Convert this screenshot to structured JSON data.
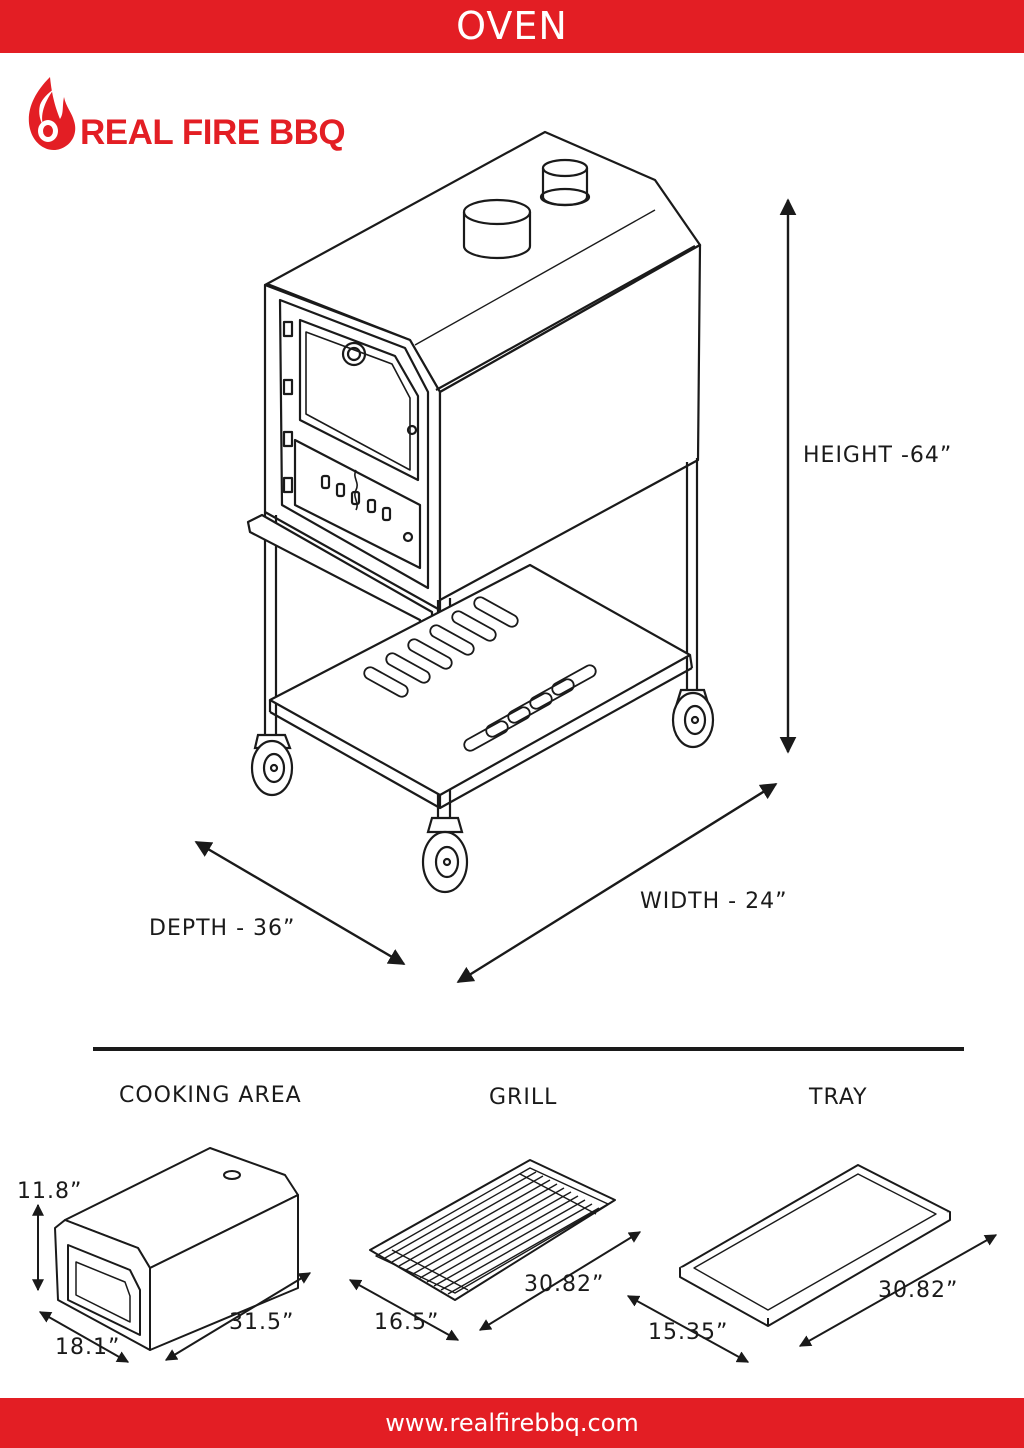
{
  "header": {
    "title": "OVEN"
  },
  "logo": {
    "brand": "REAL FIRE BBQ"
  },
  "dimensions": {
    "height": "HEIGHT -64”",
    "width": "WIDTH - 24”",
    "depth": "DEPTH - 36”"
  },
  "sections": {
    "cooking_area": {
      "title": "COOKING AREA",
      "height": "11.8”",
      "length": "31.5”",
      "width": "18.1”"
    },
    "grill": {
      "title": "GRILL",
      "length": "30.82”",
      "width": "16.5”"
    },
    "tray": {
      "title": "TRAY",
      "length": "30.82”",
      "width": "15.35”"
    }
  },
  "footer": {
    "url": "www.realfirebbq.com"
  },
  "colors": {
    "brand_red": "#e31e24",
    "line": "#1a1a1a"
  }
}
